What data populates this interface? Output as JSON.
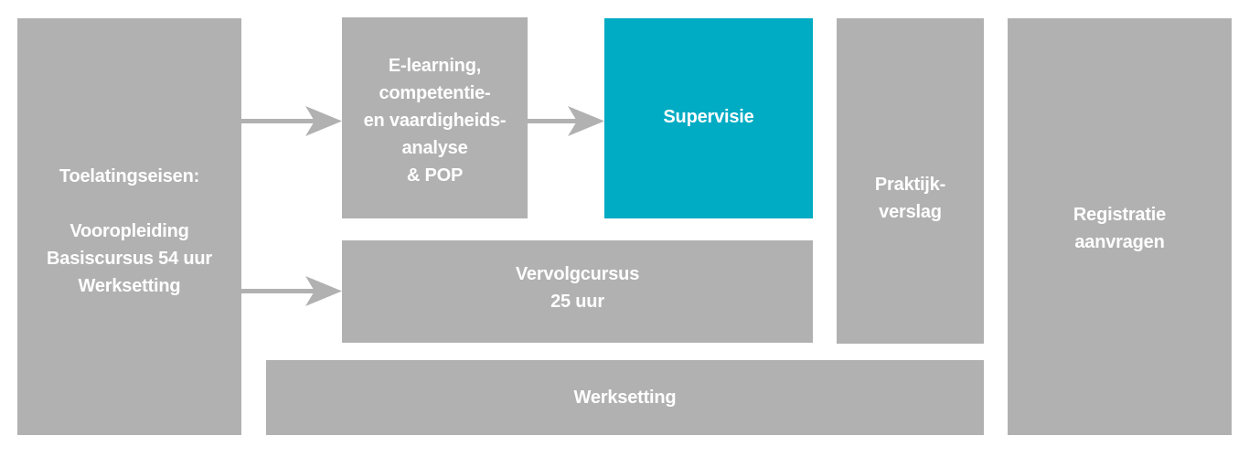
{
  "colors": {
    "box_gray": "#b1b1b1",
    "accent": "#00abc4",
    "text": "#ffffff",
    "arrow": "#b1b1b1"
  },
  "boxes": {
    "toelating": "Toelatingseisen:\n\nVooropleiding\nBasiscursus 54 uur\nWerksetting",
    "elearning": "E-learning,\ncompetentie-\nen vaardigheids-\nanalyse\n& POP",
    "supervisie": "Supervisie",
    "praktijk": "Praktijk-\nverslag",
    "registratie": "Registratie\naanvragen",
    "vervolg": "Vervolgcursus\n25 uur",
    "werksetting": "Werksetting"
  },
  "arrows": [
    {
      "from": "toelating",
      "to": "elearning"
    },
    {
      "from": "elearning",
      "to": "supervisie"
    },
    {
      "from": "toelating",
      "to": "vervolg"
    }
  ]
}
